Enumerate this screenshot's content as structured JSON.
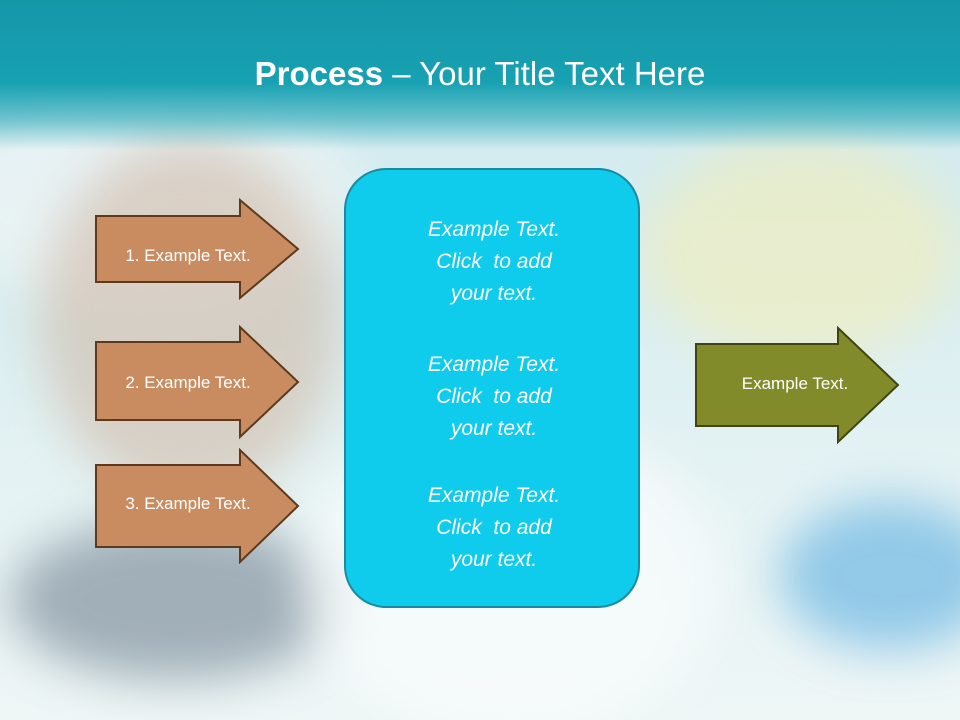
{
  "slide": {
    "title_bold": "Process",
    "title_rest": " – Your Title Text Here"
  },
  "steps": [
    {
      "label": "1. Example Text."
    },
    {
      "label": "2. Example Text."
    },
    {
      "label": "3. Example Text."
    }
  ],
  "center_box": {
    "blocks": [
      {
        "line1": "Example Text.",
        "line2": "Click  to add",
        "line3": "your text."
      },
      {
        "line1": "Example Text.",
        "line2": "Click  to add",
        "line3": "your text."
      },
      {
        "line1": "Example Text.",
        "line2": "Click  to add",
        "line3": "your text."
      }
    ]
  },
  "output_arrow": {
    "label": "Example Text."
  },
  "colors": {
    "header": "#17a1b2",
    "step_arrow": "#c88c60",
    "center_box": "#0fcbec",
    "output_arrow": "#818b29"
  }
}
